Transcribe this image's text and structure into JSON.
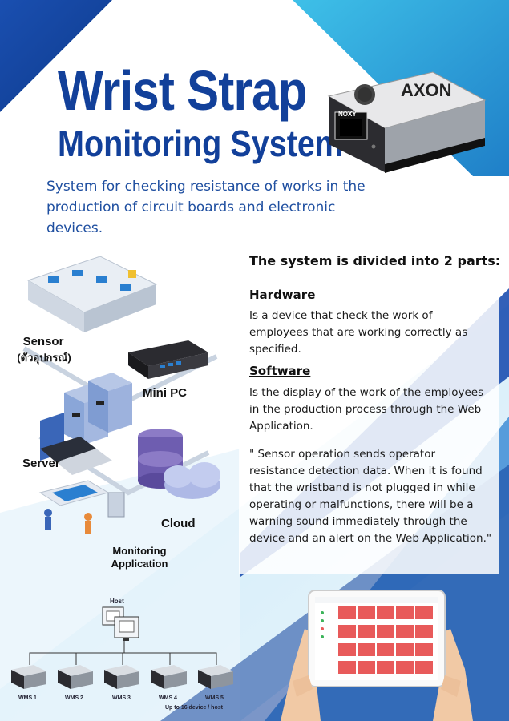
{
  "title_line1": "Wrist Strap",
  "title_line2": "Monitoring System",
  "subtitle": "System for checking resistance of works in the production of circuit boards and electronic devices.",
  "device": {
    "brand": "AXON",
    "model": "NOXY"
  },
  "parts": {
    "heading": "The system is divided into 2 parts:",
    "hardware_title": "Hardware",
    "hardware_text": "Is a device that check the work of employees that are working correctly as specified.",
    "software_title": "Software",
    "software_text": "Is the display of the work of the employees in the production process through the Web Application.",
    "quote": "\" Sensor operation sends operator resistance detection data. When it is found that the wristband is not plugged in while operating or malfunctions, there will be a warning sound immediately through the device and an alert on the Web Application.\""
  },
  "diagram": {
    "sensor_line1": "Sensor",
    "sensor_line2": "(ตัวอุปกรณ์)",
    "mini_pc": "Mini PC",
    "server": "Server",
    "cloud": "Cloud",
    "monitoring_line1": "Monitoring",
    "monitoring_line2": "Application"
  },
  "network": {
    "host": "Host",
    "devices": [
      "WMS 1",
      "WMS 2",
      "WMS 3",
      "WMS 4",
      "WMS 5"
    ],
    "note": "Up to 16 device / host"
  },
  "colors": {
    "primary": "#12409a",
    "accent": "#2a9fd8",
    "alert": "#e85a5a"
  }
}
